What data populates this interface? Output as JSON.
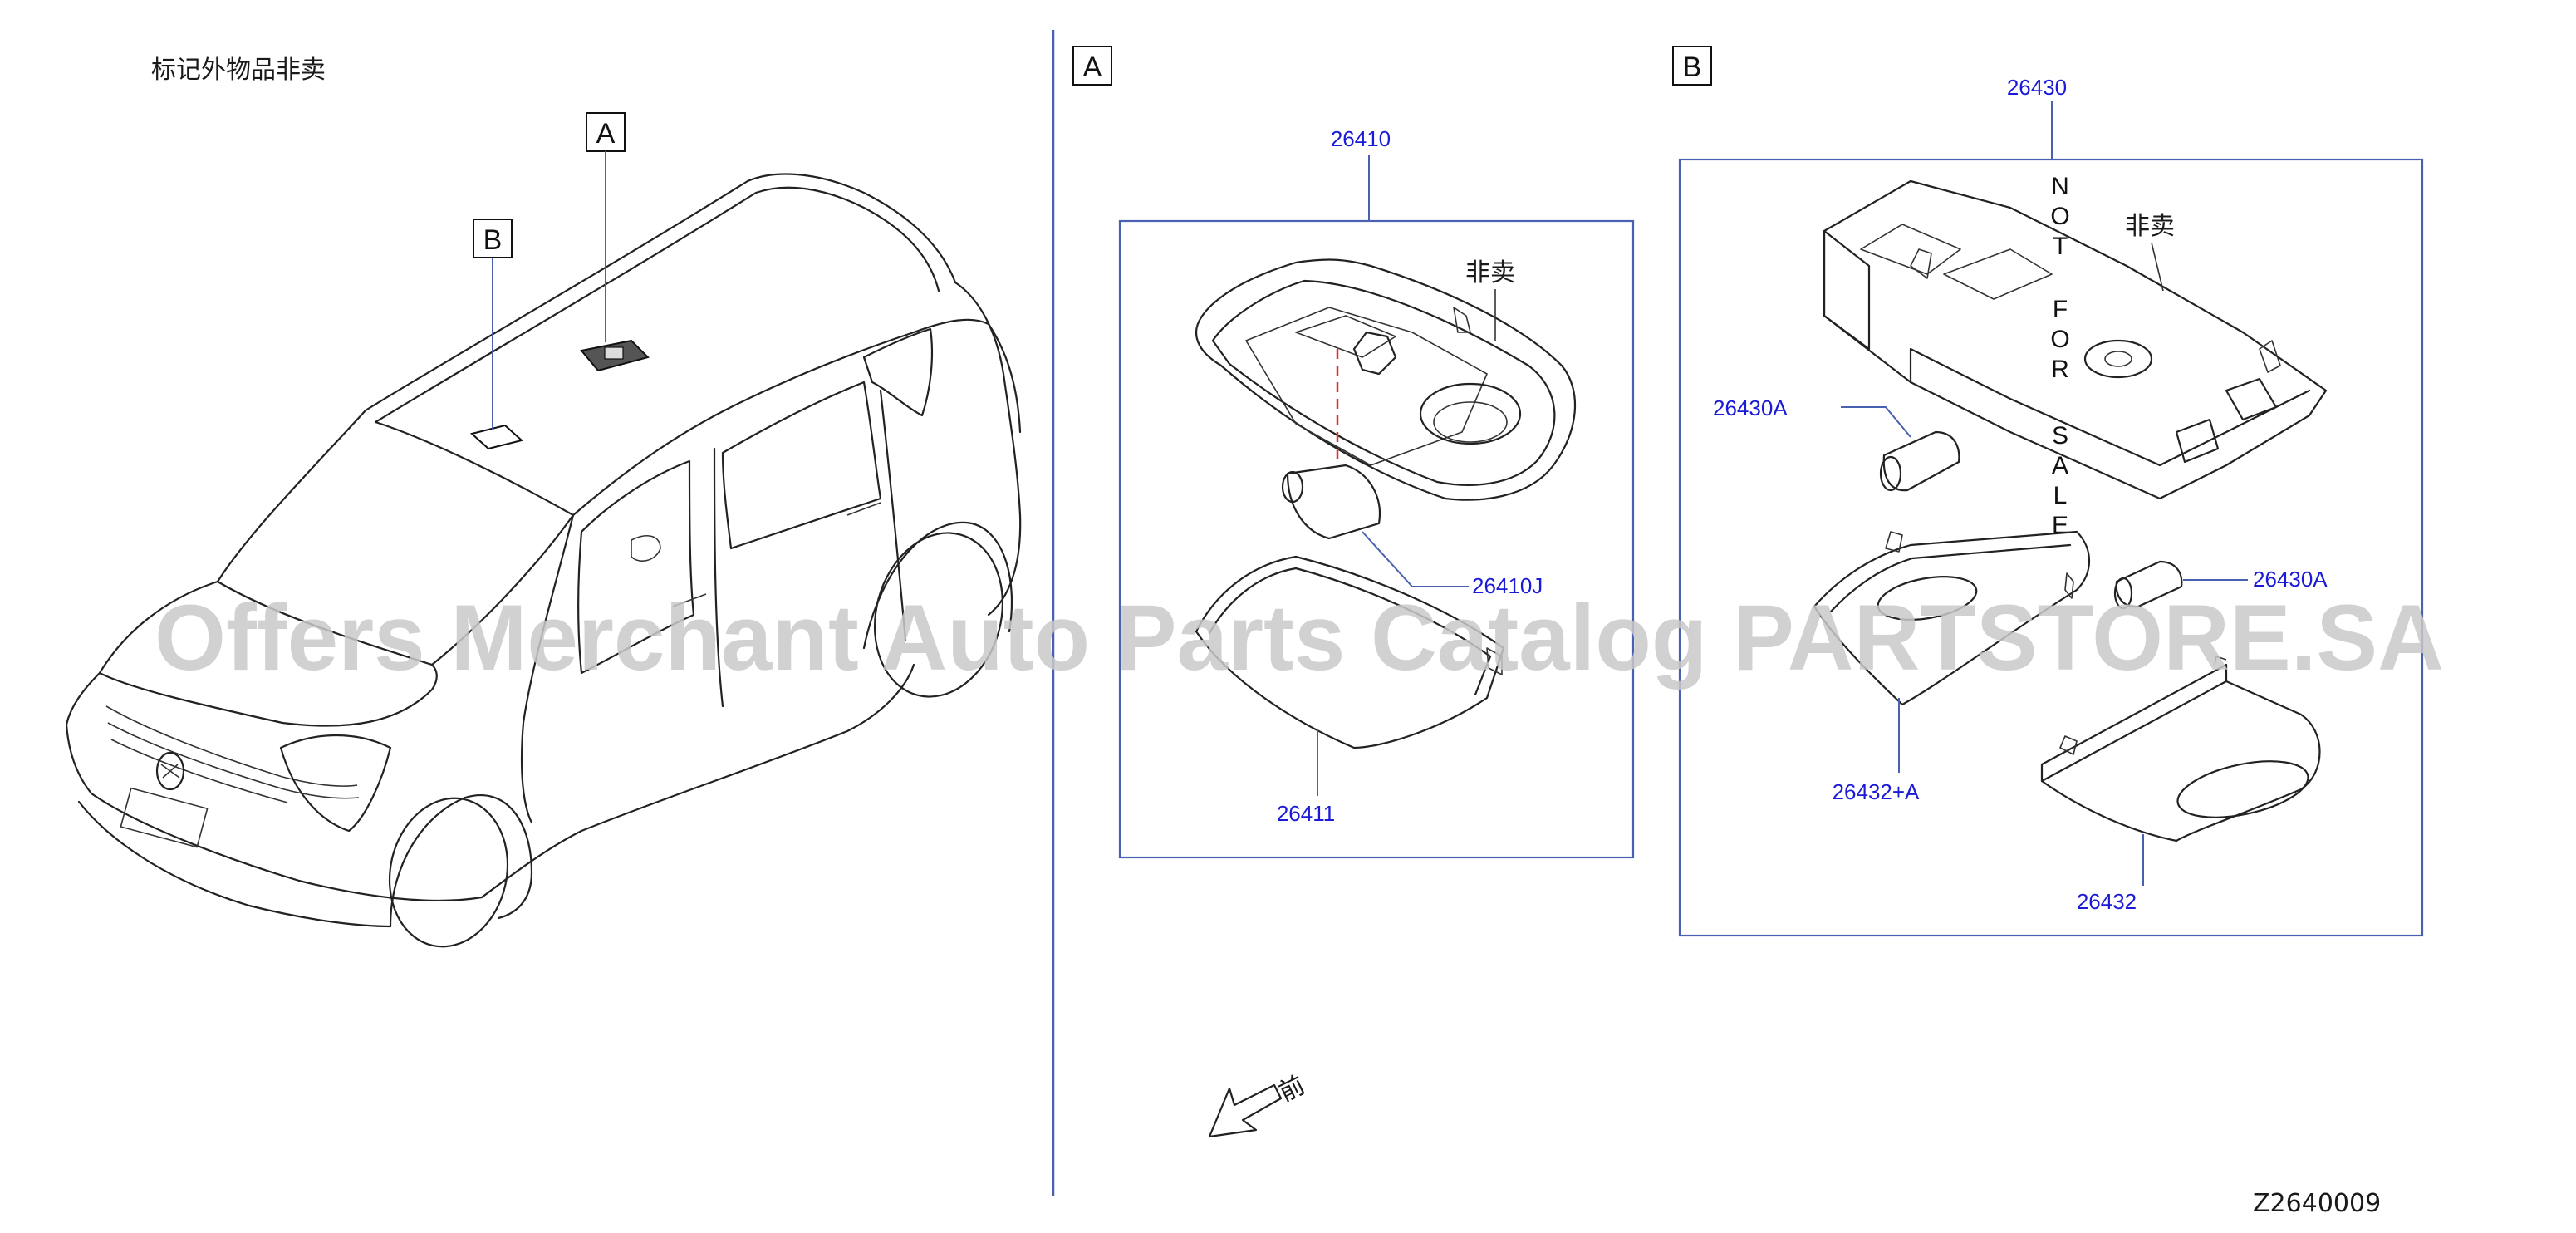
{
  "header_note": "标记外物品非卖",
  "callouts": {
    "car_a": "A",
    "car_b": "B",
    "section_a": "A",
    "section_b": "B"
  },
  "section_a": {
    "part_lamp_assembly": "26410",
    "label_not_sold": "非卖",
    "part_bulb": "26410J",
    "part_lens": "26411"
  },
  "section_b": {
    "part_lamp_assembly": "26430",
    "label_not_sold": "非卖",
    "not_for_sale": [
      "N",
      "O",
      "T",
      "F",
      "O",
      "R",
      "S",
      "A",
      "L",
      "E"
    ],
    "part_bulb_left": "26430A",
    "part_bulb_right": "26430A",
    "part_lens_kit": "26432+A",
    "part_lens": "26432"
  },
  "front_label": "前",
  "watermark": "Offers Merchant Auto Parts Catalog PARTSTORE.SA",
  "diagram_code": "Z2640009",
  "colors": {
    "label_blue": "#1a1ad8",
    "frame_blue": "#4a60b0",
    "line_black": "#222222",
    "watermark_gray": "#c9c9c9",
    "bulb_red_dash": "#e03030"
  }
}
